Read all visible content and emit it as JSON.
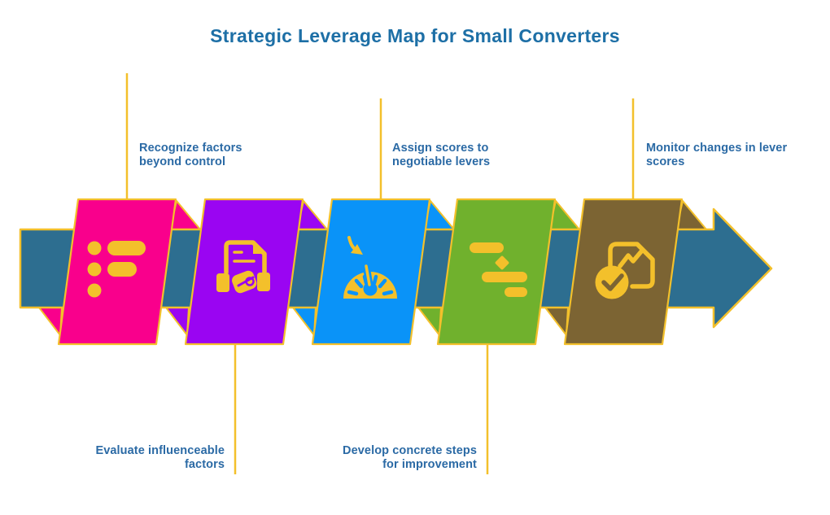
{
  "title": "Strategic Leverage Map for Small Converters",
  "colors": {
    "title_text": "#1D6FA6",
    "label_text": "#2B6AA5",
    "gold": "#F3C02B",
    "arrow_teal": "#2D6E90"
  },
  "arrow": {
    "shape": "right-pointing-band-arrow"
  },
  "steps": [
    {
      "order": 1,
      "color": "#F9008C",
      "icon": "bulleted-list-icon",
      "label_position": "top",
      "lines": [
        "Recognize factors",
        "beyond control"
      ]
    },
    {
      "order": 2,
      "color": "#9A05F2",
      "icon": "document-handshake-icon",
      "label_position": "bottom",
      "lines": [
        "Evaluate influenceable",
        "factors"
      ]
    },
    {
      "order": 3,
      "color": "#0A93F8",
      "icon": "gauge-arrow-icon",
      "label_position": "top",
      "lines": [
        "Assign scores to",
        "negotiable levers"
      ]
    },
    {
      "order": 4,
      "color": "#70B12D",
      "icon": "gantt-bars-icon",
      "label_position": "bottom",
      "lines": [
        "Develop concrete steps",
        "for improvement"
      ]
    },
    {
      "order": 5,
      "color": "#7C6433",
      "icon": "document-trend-check-icon",
      "label_position": "top",
      "lines": [
        "Monitor changes in lever",
        "scores"
      ]
    }
  ]
}
